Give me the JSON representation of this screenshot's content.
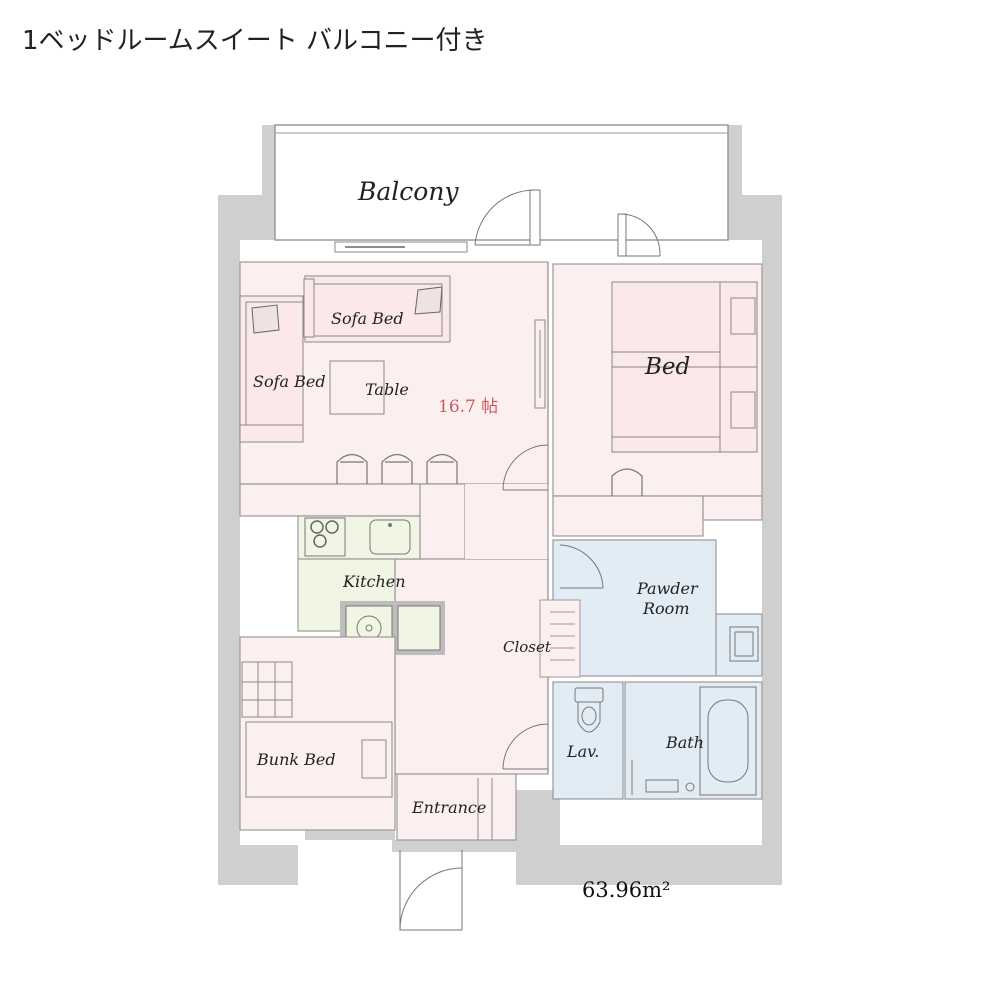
{
  "title": "1ベッドルームスイート バルコニー付き",
  "area_label": "63.96m²",
  "tatami_label": "16.7 帖",
  "rooms": {
    "balcony": "Balcony",
    "sofa_bed_top": "Sofa Bed",
    "sofa_bed_left": "Sofa Bed",
    "table": "Table",
    "bed": "Bed",
    "kitchen": "Kitchen",
    "powder_room_line1": "Pawder",
    "powder_room_line2": "Room",
    "closet": "Closet",
    "lavatory": "Lav.",
    "bath": "Bath",
    "bunk_bed": "Bunk Bed",
    "entrance": "Entrance"
  },
  "colors": {
    "wall": "#cfcfcf",
    "living": "#fcefef",
    "kitchen": "#f1f5e4",
    "wet": "#e1ecf5",
    "tatami_text": "#d05a5a"
  }
}
